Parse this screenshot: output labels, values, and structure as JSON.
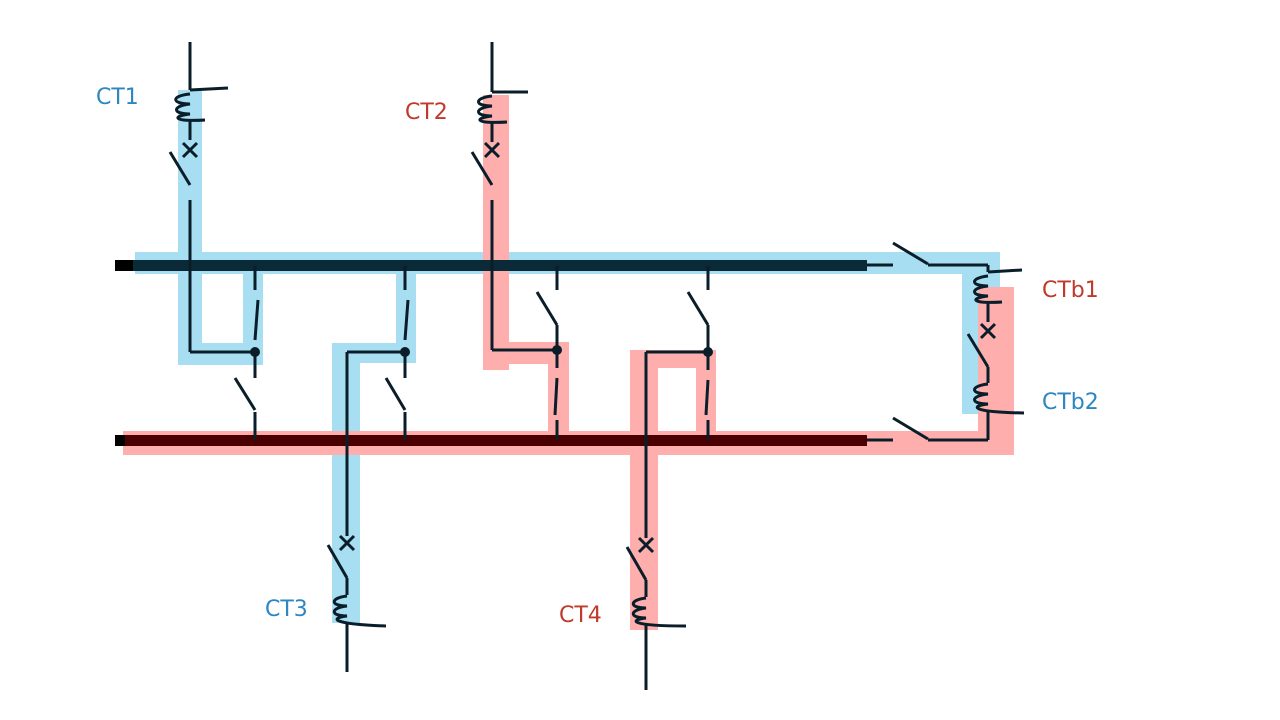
{
  "labels": {
    "ct1": "CT1",
    "ct2": "CT2",
    "ct3": "CT3",
    "ct4": "CT4",
    "ctb1": "CTb1",
    "ctb2": "CTb2"
  },
  "colors": {
    "zone_a_highlight": "#a8def2",
    "zone_b_highlight": "#ffaeae",
    "zone_a_label": "#2e86c1",
    "zone_b_label": "#c0392b",
    "line": "#0a1e2a",
    "bus_a": "#0a2a38",
    "bus_b": "#4a0000"
  }
}
